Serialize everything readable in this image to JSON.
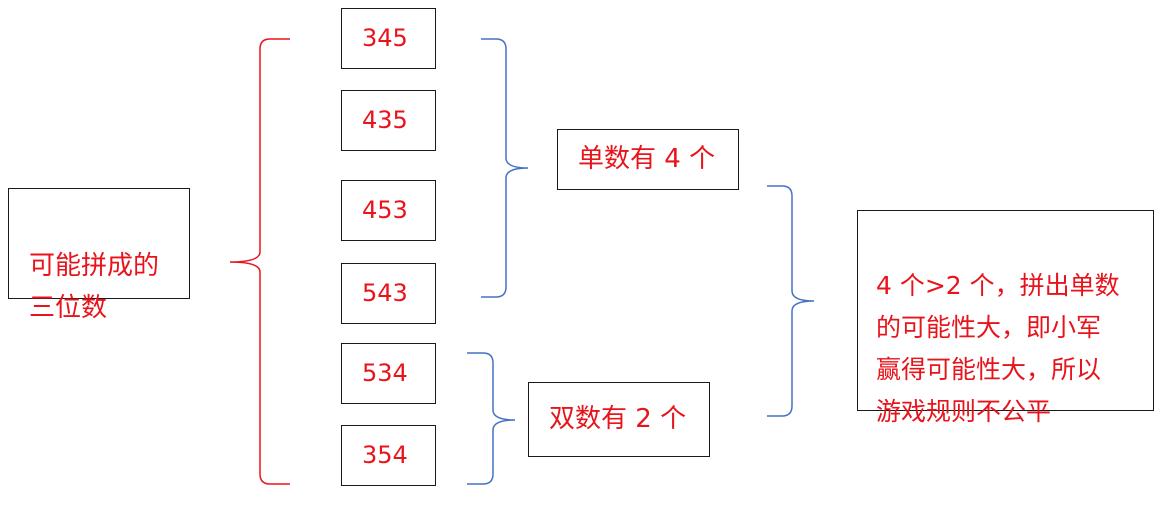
{
  "source_label": "可能拼成的\n三位数",
  "numbers": [
    "345",
    "435",
    "453",
    "543",
    "534",
    "354"
  ],
  "odd_label": "单数有 4 个",
  "even_label": "双数有 2 个",
  "conclusion": "4 个>2 个，拼出单数\n的可能性大，即小军\n赢得可能性大，所以\n游戏规则不公平",
  "colors": {
    "text": "#e8141c",
    "brace_red": "#e8141c",
    "brace_blue": "#4472c4",
    "border": "#1a1a1a"
  }
}
